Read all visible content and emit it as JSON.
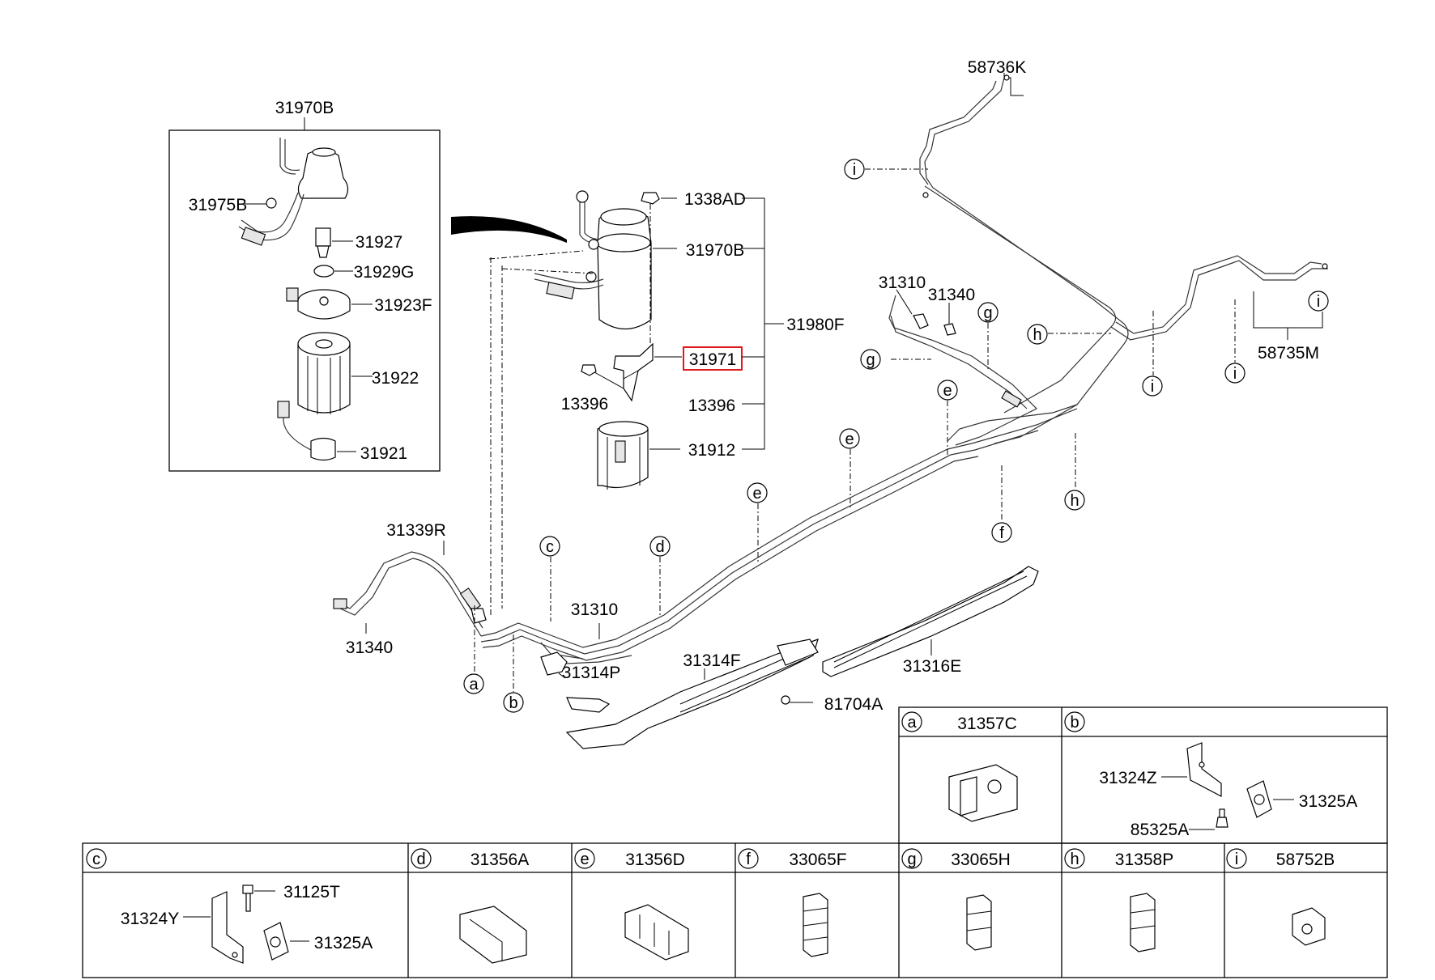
{
  "labels": {
    "p31970B_box": "31970B",
    "p31975B": "31975B",
    "p31927": "31927",
    "p31929G": "31929G",
    "p31923F": "31923F",
    "p31922": "31922",
    "p31921": "31921",
    "p1338AD": "1338AD",
    "p31970B": "31970B",
    "p31980F": "31980F",
    "p31971": "31971",
    "p13396_left": "13396",
    "p13396_right": "13396",
    "p31912": "31912",
    "p58736K": "58736K",
    "p58735M": "58735M",
    "p31310_top": "31310",
    "p31340_top": "31340",
    "p31339R": "31339R",
    "p31340_bottom": "31340",
    "p31310_mid": "31310",
    "p31314P": "31314P",
    "p31314F": "31314F",
    "p81704A": "81704A",
    "p31316E": "31316E"
  },
  "callouts": {
    "a": "a",
    "b": "b",
    "c": "c",
    "d": "d",
    "e": "e",
    "f": "f",
    "g": "g",
    "h": "h",
    "i": "i"
  },
  "legend": {
    "a_part": "31357C",
    "b_31324Z": "31324Z",
    "b_31325A": "31325A",
    "b_85325A": "85325A",
    "c_31125T": "31125T",
    "c_31324Y": "31324Y",
    "c_31325A": "31325A",
    "d_part": "31356A",
    "e_part": "31356D",
    "f_part": "33065F",
    "g_part": "33065H",
    "h_part": "31358P",
    "i_part": "58752B"
  },
  "highlight_color": "#e0191c"
}
